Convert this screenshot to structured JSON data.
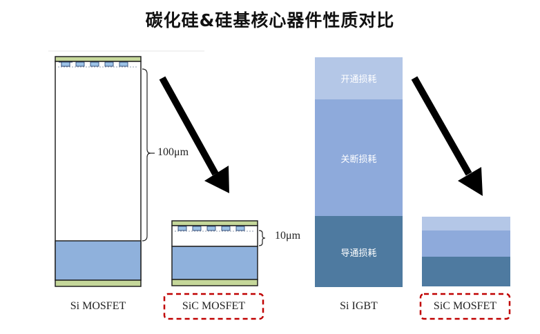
{
  "title": "碳化硅&硅基核心器件性质对比",
  "devices": {
    "si_mosfet": "Si MOSFET",
    "sic_mosfet": "SiC MOSFET",
    "si_igbt": "Si IGBT",
    "sic_mosfet_2": "SiC MOSFET"
  },
  "dimensions": {
    "thick": "100μm",
    "thin": "10μm"
  },
  "loss_segments": {
    "switch_on": "开通损耗",
    "switch_off": "关断损耗",
    "conduction": "导通损耗"
  },
  "colors": {
    "top_layer": "#c5d79a",
    "drift_blue": "#8fb1dc",
    "gate_blue": "#9cc2e5",
    "light_blue": "#b4c7e7",
    "mid_blue": "#8eaadb",
    "dark_blue": "#4e7aa0",
    "red_dash": "#c00000",
    "arrow": "#000000"
  }
}
